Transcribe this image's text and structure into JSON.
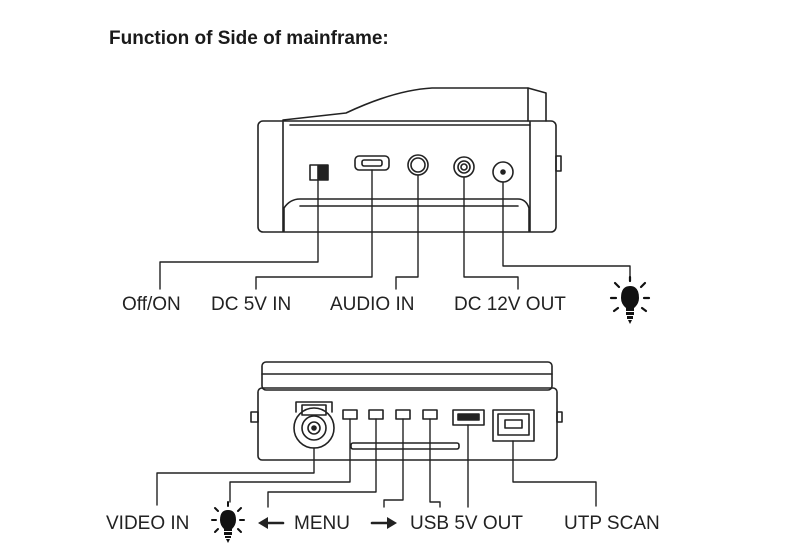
{
  "title": "Function of Side of mainframe:",
  "top_panel": {
    "labels": {
      "off_on": "Off/ON",
      "dc5v_in": "DC 5V IN",
      "audio_in": "AUDIO IN",
      "dc12v_out": "DC 12V OUT"
    },
    "icons": [
      "light-bulb-icon"
    ]
  },
  "bottom_panel": {
    "labels": {
      "video_in": "VIDEO IN",
      "menu": "MENU",
      "usb5v_out": "USB 5V OUT",
      "utp_scan": "UTP SCAN"
    },
    "icons": [
      "light-bulb-icon",
      "arrow-left-icon",
      "arrow-right-icon"
    ]
  }
}
